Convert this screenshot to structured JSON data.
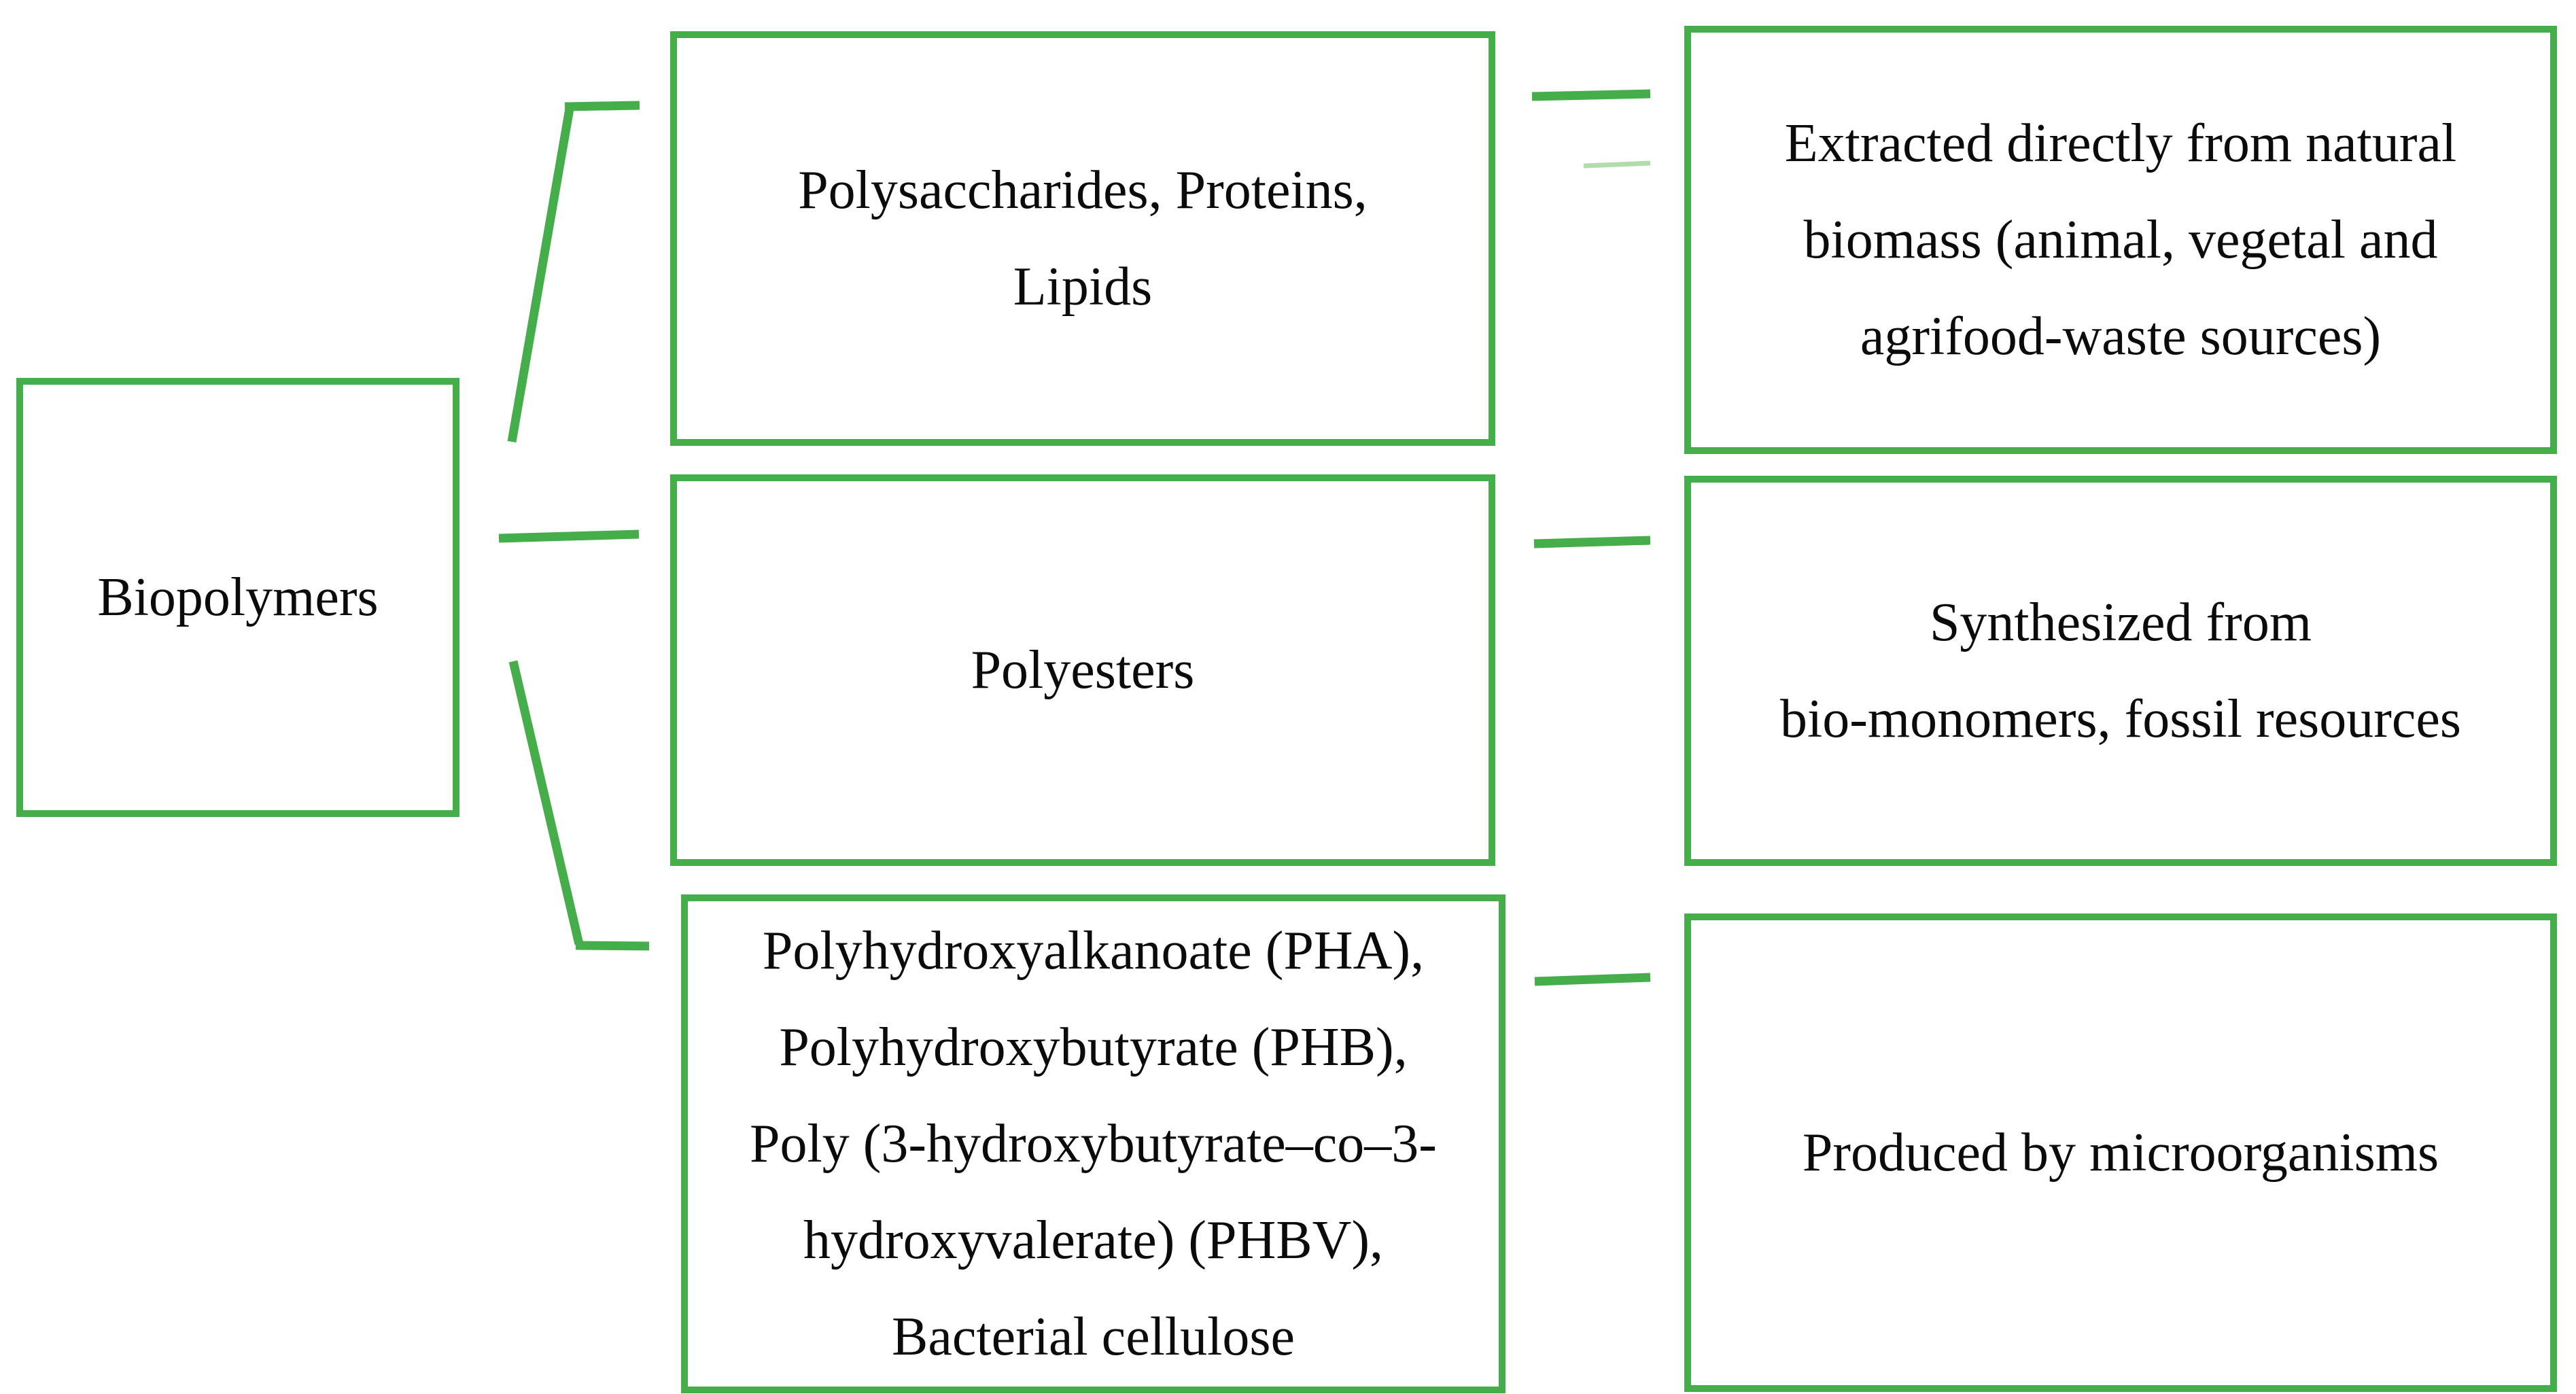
{
  "colors": {
    "accent": "#45ad4a",
    "accent_light": "#a5d6a0",
    "text": "#0b0b0b",
    "background": "#ffffff"
  },
  "root_box": {
    "label": "Biopolymers"
  },
  "type_boxes": [
    {
      "lines": [
        "Polysaccharides, Proteins,",
        "Lipids"
      ]
    },
    {
      "lines": [
        "Polyesters"
      ]
    },
    {
      "lines": [
        "Polyhydroxyalkanoate (PHA),",
        "Polyhydroxybutyrate (PHB),",
        "Poly (3-hydroxybutyrate–co–3-",
        "hydroxyvalerate) (PHBV),",
        "Bacterial cellulose"
      ]
    }
  ],
  "source_boxes": [
    {
      "lines": [
        "Extracted directly from natural",
        "biomass (animal, vegetal and",
        "agrifood-waste sources)"
      ]
    },
    {
      "lines": [
        "Synthesized from",
        "bio-monomers, fossil resources"
      ]
    },
    {
      "lines": [
        "Produced by microorganisms"
      ]
    }
  ]
}
